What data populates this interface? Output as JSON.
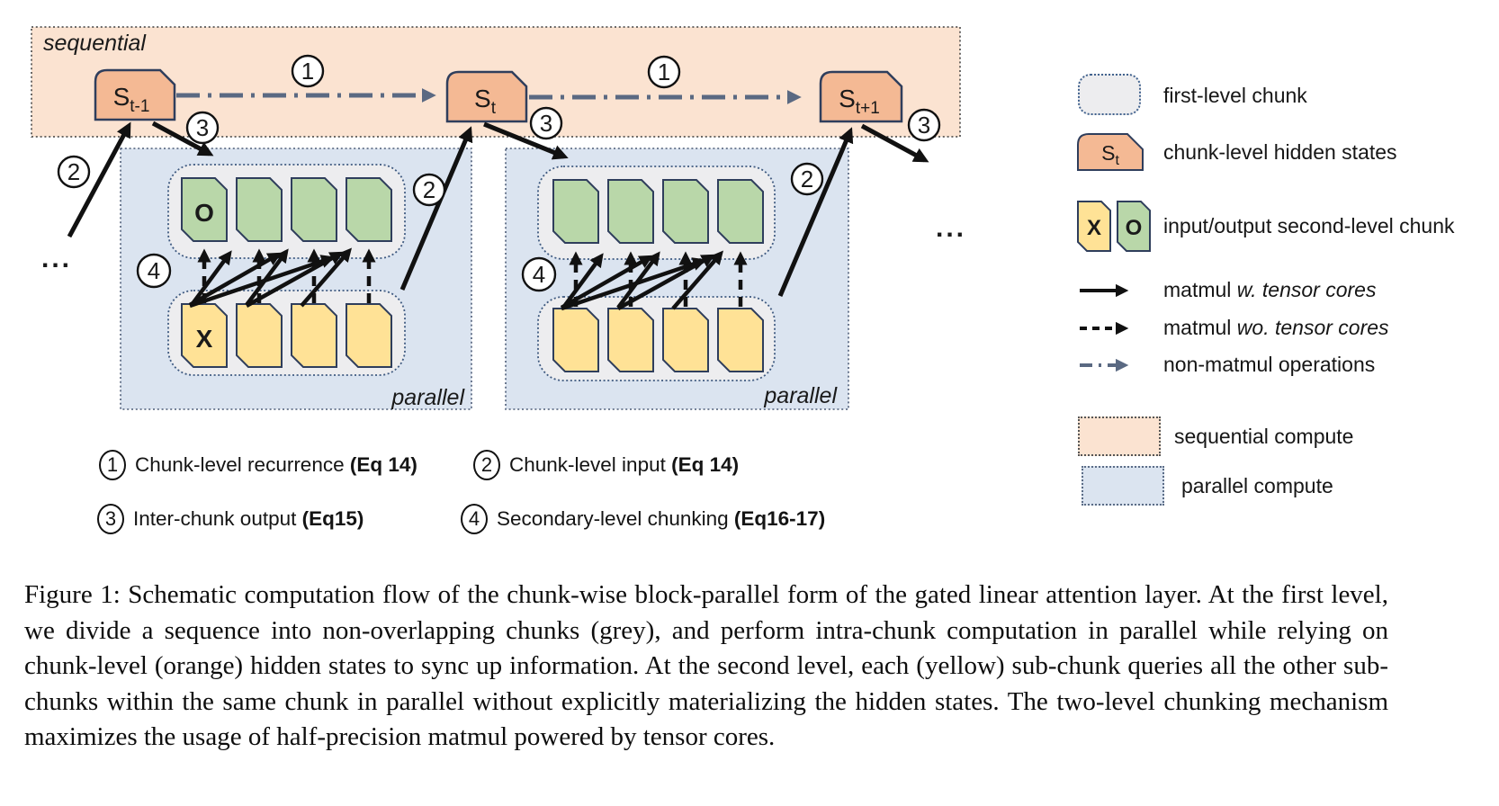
{
  "diagram": {
    "region_labels": {
      "sequential": "sequential",
      "parallel": "parallel"
    },
    "states": [
      {
        "base": "S",
        "sub": "t-1"
      },
      {
        "base": "S",
        "sub": "t"
      },
      {
        "base": "S",
        "sub": "t+1"
      }
    ],
    "block_labels": {
      "input": "X",
      "output": "O"
    },
    "steps": [
      "1",
      "2",
      "3",
      "4"
    ],
    "ellipsis": "..."
  },
  "annotations": [
    {
      "num": "1",
      "label": "Chunk-level recurrence ",
      "ref": "(Eq 14)"
    },
    {
      "num": "2",
      "label": "Chunk-level input ",
      "ref": "(Eq 14)"
    },
    {
      "num": "3",
      "label": "Inter-chunk output ",
      "ref": "(Eq15)"
    },
    {
      "num": "4",
      "label": "Secondary-level chunking ",
      "ref": "(Eq16-17)"
    }
  ],
  "legend": {
    "items": [
      {
        "label": "first-level chunk"
      },
      {
        "label": "chunk-level hidden states",
        "symbol_base": "S",
        "symbol_sub": "t"
      },
      {
        "label": "input/output second-level chunk",
        "input_symbol": "X",
        "output_symbol": "O"
      },
      {
        "label_plain": "matmul ",
        "label_italic": "w. tensor cores"
      },
      {
        "label_plain": "matmul ",
        "label_italic": "wo. tensor cores"
      },
      {
        "label_plain": "non-matmul operations",
        "label_italic": ""
      },
      {
        "label": "sequential compute"
      },
      {
        "label": "parallel compute"
      }
    ]
  },
  "caption": {
    "text": "Figure 1: Schematic computation flow of the chunk-wise block-parallel form of the gated linear attention layer. At the first level, we divide a sequence into non-overlapping chunks (grey), and perform intra-chunk computation in parallel while relying on chunk-level (orange) hidden states to sync up information. At the second level, each (yellow) sub-chunk queries all the other sub-chunks within the same chunk in parallel without explicitly materializing the hidden states. The two-level chunking mechanism maximizes the usage of half-precision matmul powered by tensor cores."
  },
  "colors": {
    "sequential_fill": "#fbe3d1",
    "parallel_fill": "#dbe4f0",
    "chunk_fill": "#ededef",
    "state_fill": "#f4b994",
    "input_fill": "#ffe296",
    "output_fill": "#b9d7a9",
    "outline": "#2f3e5c",
    "non_matmul_arrow": "#5a6982",
    "matmul_arrow": "#111111"
  }
}
